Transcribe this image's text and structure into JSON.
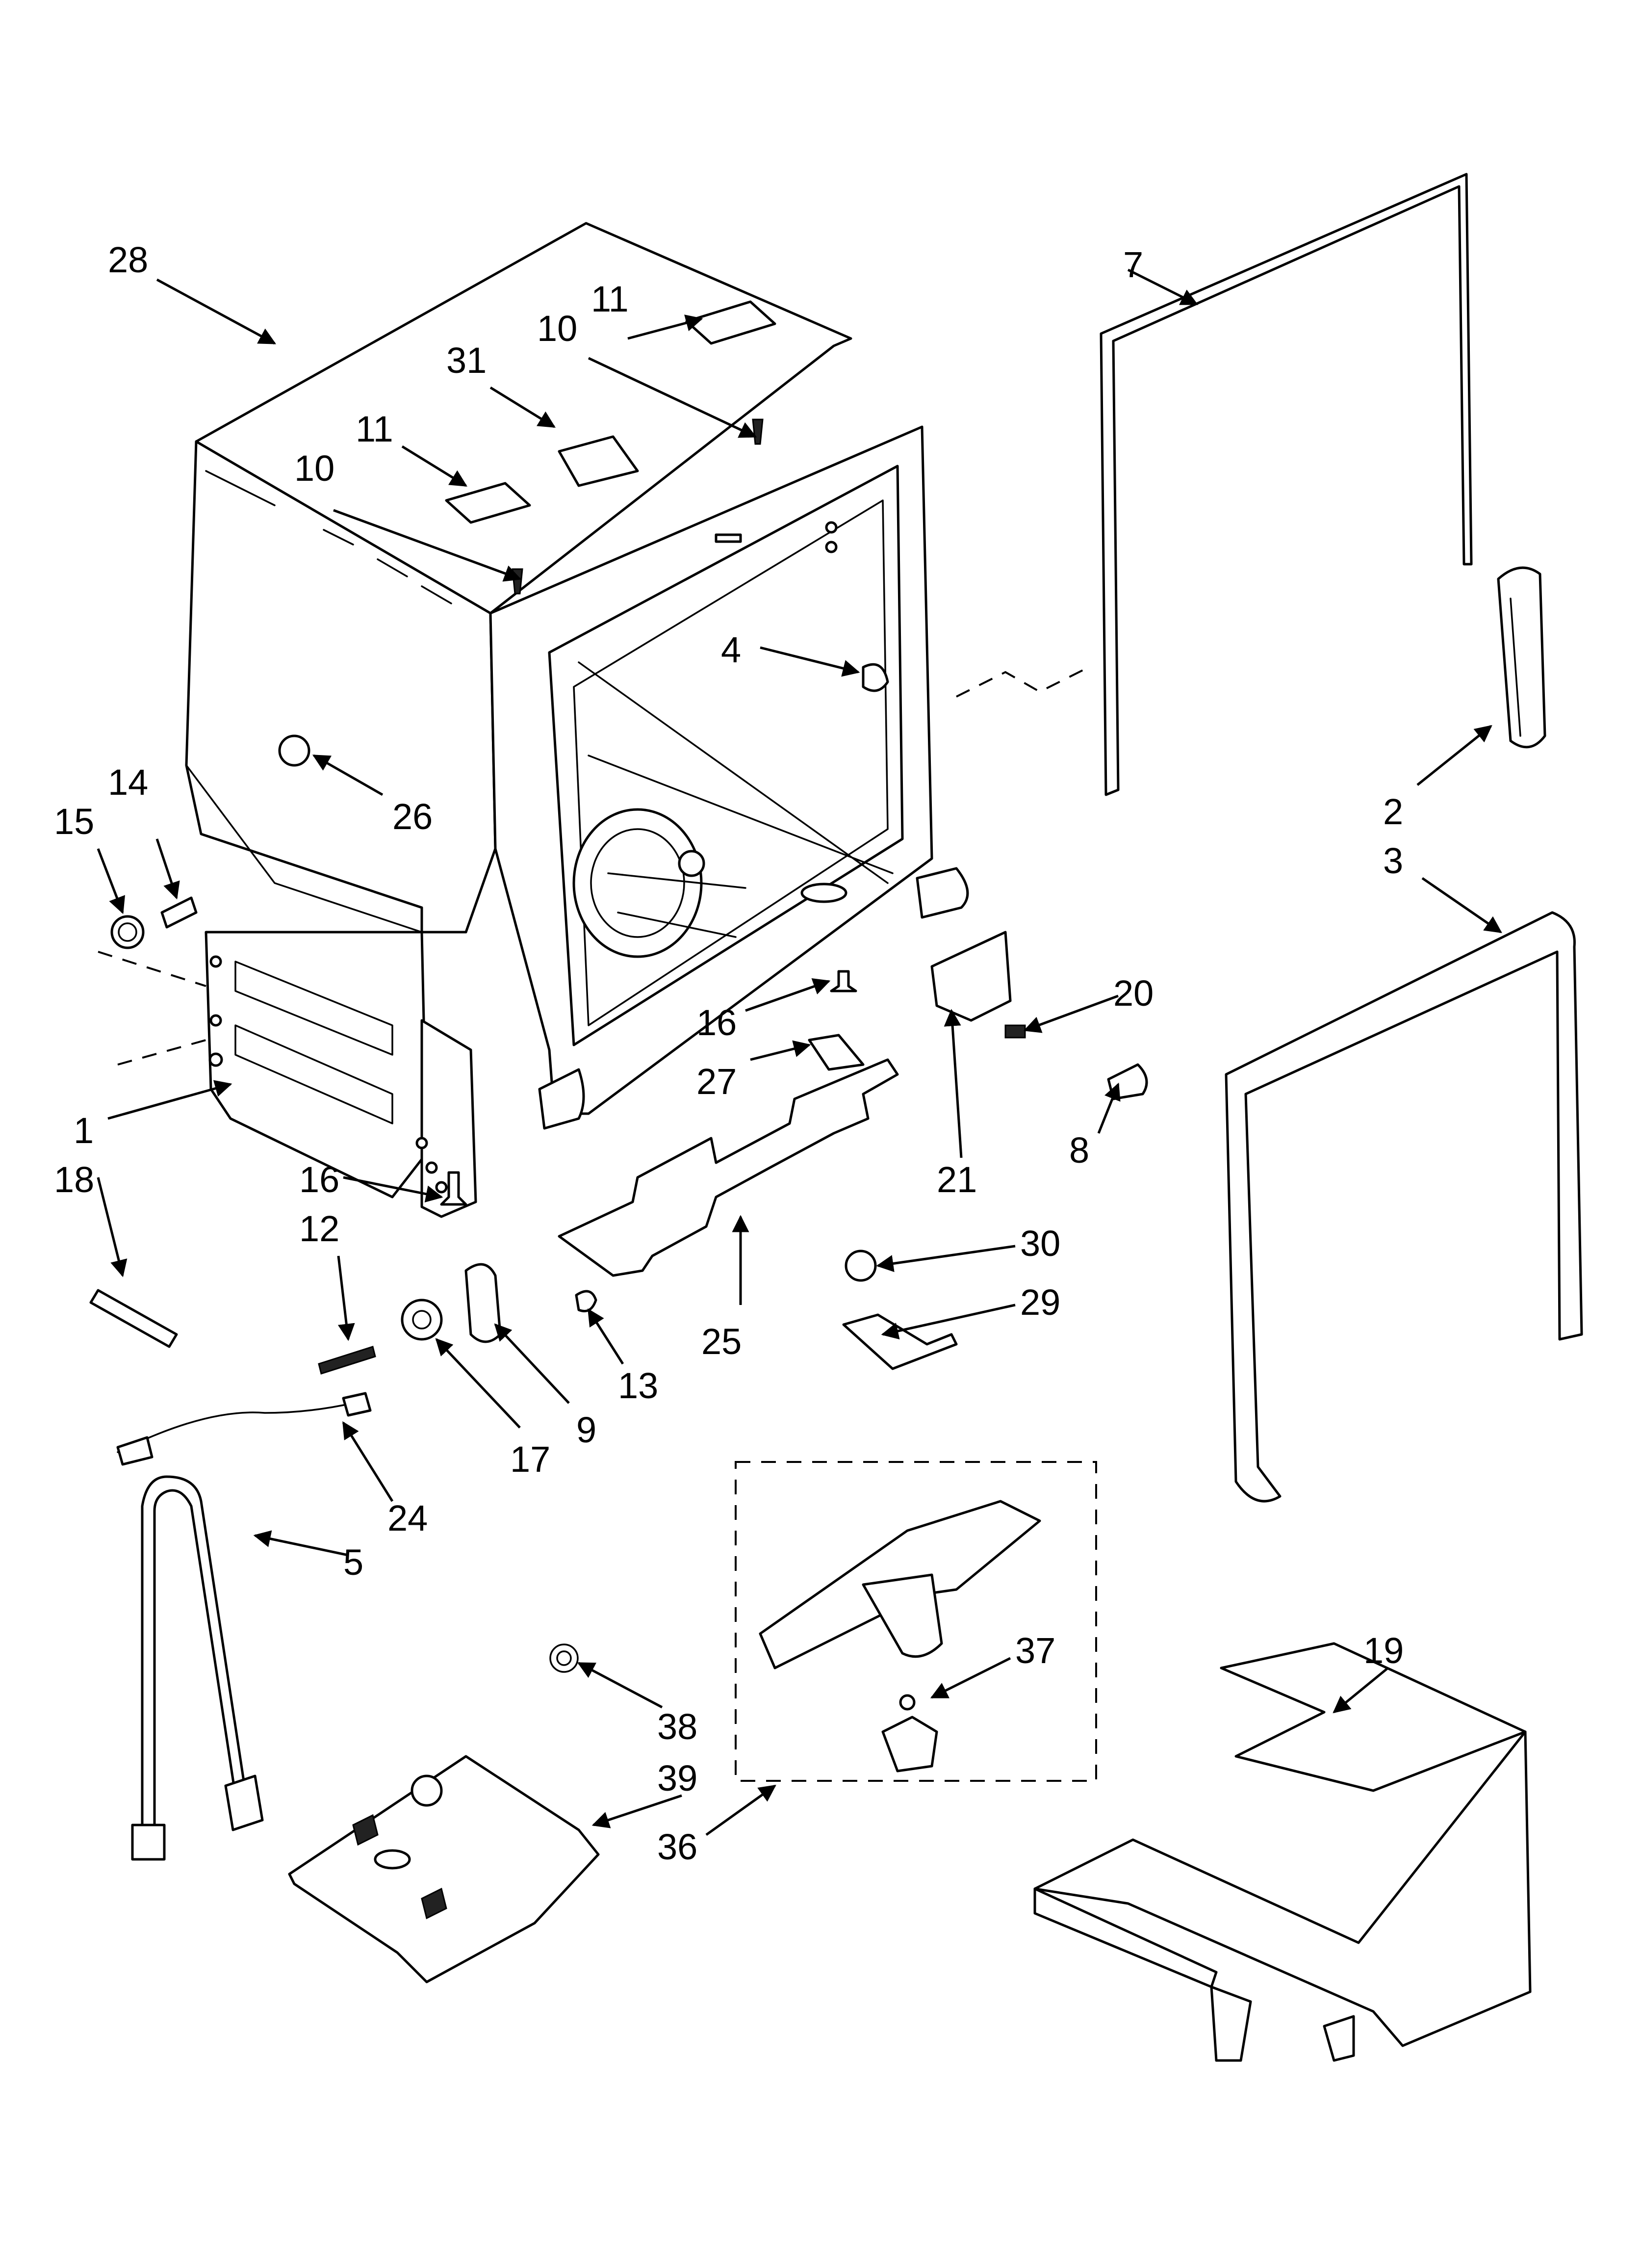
{
  "callouts": {
    "c1": "1",
    "c2": "2",
    "c3": "3",
    "c4": "4",
    "c5": "5",
    "c7": "7",
    "c8": "8",
    "c9": "9",
    "c10a": "10",
    "c10b": "10",
    "c11a": "11",
    "c11b": "11",
    "c12": "12",
    "c13": "13",
    "c14": "14",
    "c15": "15",
    "c16a": "16",
    "c16b": "16",
    "c17": "17",
    "c18": "18",
    "c19": "19",
    "c20": "20",
    "c21": "21",
    "c24": "24",
    "c25": "25",
    "c26": "26",
    "c27": "27",
    "c28": "28",
    "c29": "29",
    "c30": "30",
    "c31": "31",
    "c36": "36",
    "c37": "37",
    "c38": "38",
    "c39": "39"
  },
  "colors": {
    "line": "#000000",
    "background": "#ffffff",
    "shade": "#9a9a9a"
  }
}
